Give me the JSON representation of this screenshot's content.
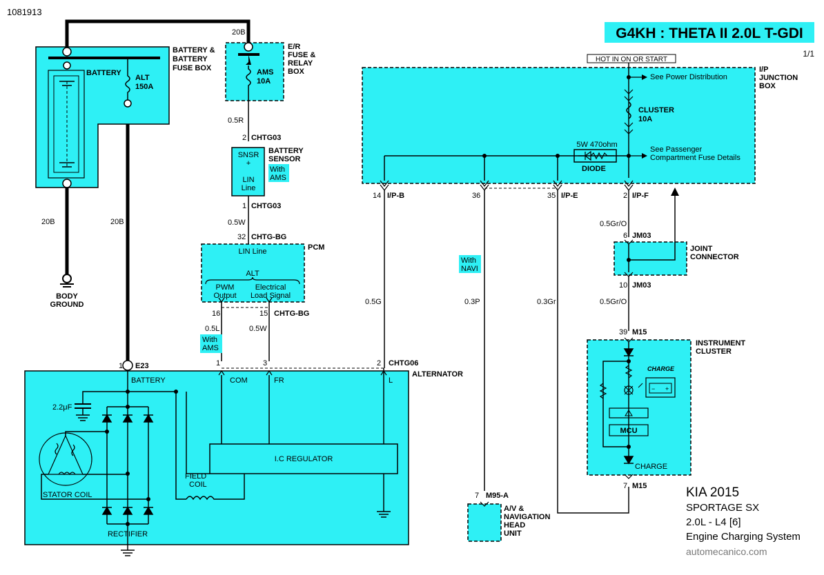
{
  "header": {
    "doc_id": "1081913",
    "engine_title": "G4KH : THETA II 2.0L T-GDI",
    "page": "1/1",
    "hot_label": "HOT IN ON OR START"
  },
  "components": {
    "battery_box": "BATTERY &\nBATTERY\nFUSE BOX",
    "battery": "BATTERY",
    "alt_fuse": "ALT\n150A",
    "er_box": "E/R\nFUSE &\nRELAY\nBOX",
    "ams_fuse": "AMS\n10A",
    "battery_sensor": "BATTERY\nSENSOR",
    "sensor_inner": "SNSR\n+\n\nLIN\nLine",
    "with_ams_1": "With\nAMS",
    "with_ams_2": "With\nAMS",
    "with_navi": "With\nNAVI",
    "pcm": "PCM",
    "pcm_lin": "LIN Line",
    "pcm_alt": "ALT",
    "pcm_pwm": "PWM\nOutput",
    "pcm_elec": "Electrical\nLoad Signal",
    "body_ground": "BODY\nGROUND",
    "ip_box": "I/P\nJUNCTION\nBOX",
    "power_dist": "See Power Distribution",
    "cluster_fuse": "CLUSTER\n10A",
    "diode_rating": "5W 470ohm",
    "diode": "DIODE",
    "passenger_fuse": "See Passenger\nCompartment Fuse Details",
    "joint_connector": "JOINT\nCONNECTOR",
    "instrument_cluster": "INSTRUMENT\nCLUSTER",
    "charge_icon": "CHARGE",
    "mcu": "MCU",
    "charge": "CHARGE",
    "av_unit": "A/V &\nNAVIGATION\nHEAD\nUNIT",
    "alternator": "ALTERNATOR",
    "alt_battery": "BATTERY",
    "capacitor": "2.2μF",
    "com": "COM",
    "fr": "FR",
    "l": "L",
    "ic_regulator": "I.C REGULATOR",
    "field_coil": "FIELD\nCOIL",
    "stator_coil": "STATOR COIL",
    "rectifier": "RECTIFIER"
  },
  "wires": {
    "w_20b_top": "20B",
    "w_20b_left": "20B",
    "w_20b_mid": "20B",
    "w_05r": "0.5R",
    "w_05w_1": "0.5W",
    "w_05l": "0.5L",
    "w_05w_2": "0.5W",
    "w_05g": "0.5G",
    "w_03p": "0.3P",
    "w_03gr": "0.3Gr",
    "w_05gro_1": "0.5Gr/O",
    "w_05gro_2": "0.5Gr/O"
  },
  "connectors": {
    "chtg03_a": "CHTG03",
    "chtg03_a_pin": "2",
    "chtg03_b": "CHTG03",
    "chtg03_b_pin": "1",
    "chtgbg_a": "CHTG-BG",
    "chtgbg_a_pin": "32",
    "chtgbg_b": "CHTG-BG",
    "pin16": "16",
    "pin15": "15",
    "e23": "E23",
    "e23_pin": "1",
    "pin_com": "1",
    "pin_fr": "3",
    "chtg06": "CHTG06",
    "chtg06_pin": "2",
    "ipb": "I/P-B",
    "ipb_pin": "14",
    "pin36": "36",
    "ipe": "I/P-E",
    "ipe_pin": "35",
    "ipf": "I/P-F",
    "ipf_pin": "2",
    "jm03_a": "JM03",
    "jm03_a_pin": "6",
    "jm03_b": "JM03",
    "jm03_b_pin": "10",
    "m15_a": "M15",
    "m15_a_pin": "39",
    "m15_b": "M15",
    "m15_b_pin": "7",
    "m95a": "M95-A",
    "m95a_pin": "7"
  },
  "footer": {
    "make": "KIA 2015",
    "model": "SPORTAGE SX",
    "engine": "2.0L - L4 [6]",
    "system": "Engine Charging System",
    "source": "automecanico.com"
  },
  "colors": {
    "component_fill": "#2ef0f5",
    "line": "#000000"
  }
}
